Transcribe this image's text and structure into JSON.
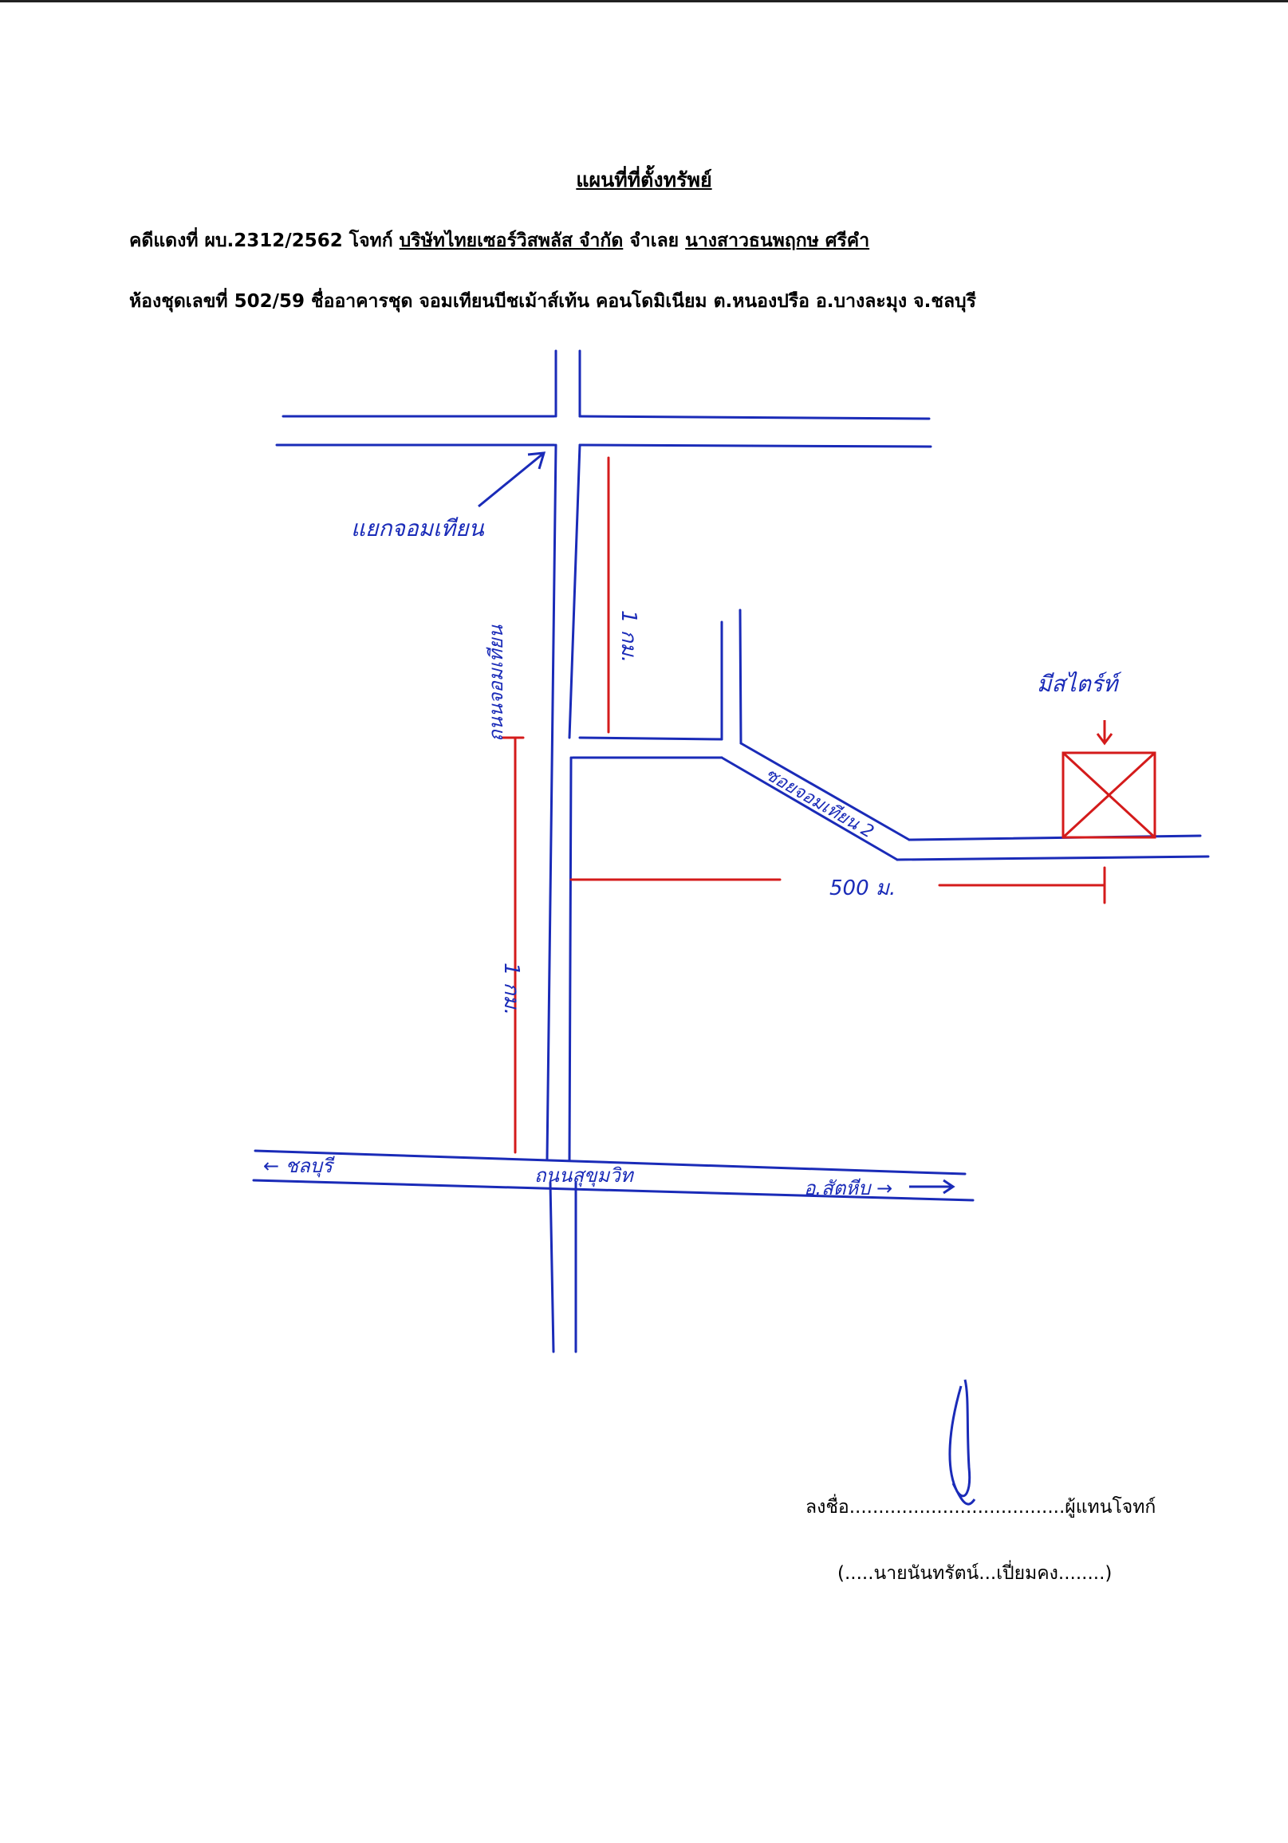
{
  "title": "แผนที่ที่ตั้งทรัพย์",
  "case_line": {
    "prefix": "คดีแดงที่ ผบ.2312/2562 โจทก์",
    "plaintiff": "บริษัทไทยเซอร์วิสพลัส จำกัด",
    "defendant_label": "จำเลย",
    "defendant": "นางสาวธนพฤกษ ศรีคำ"
  },
  "property_line": "ห้องชุดเลขที่ 502/59 ชื่ออาคารชุด จอมเทียนบีชเม้าส์เท้น คอนโดมิเนียม ต.หนองปรือ อ.บางละมุง  จ.ชลบุรี",
  "map": {
    "labels": {
      "intersection": "แยกจอมเทียน",
      "distance_top": "1 กม.",
      "road_vertical": "ถนนจอมเทียน",
      "distance_left": "1 กม.",
      "soi": "ซอยจอมเทียน 2",
      "distance_right": "500 ม.",
      "destination": "มีสไตร์ท์",
      "road_bottom": "ถนนสุขุมวิท",
      "to_left": "← ชลบุรี",
      "to_right": "อ.สัตหีบ →"
    },
    "colors": {
      "road": "#1a2bb8",
      "measure": "#d41b1b",
      "ink": "#1a2bb8"
    }
  },
  "signature": {
    "line": "ลงชื่อ.....................................ผู้แทนโจทก์",
    "name": "(.....นายนันทรัตน์...เปี่ยมคง........)"
  }
}
